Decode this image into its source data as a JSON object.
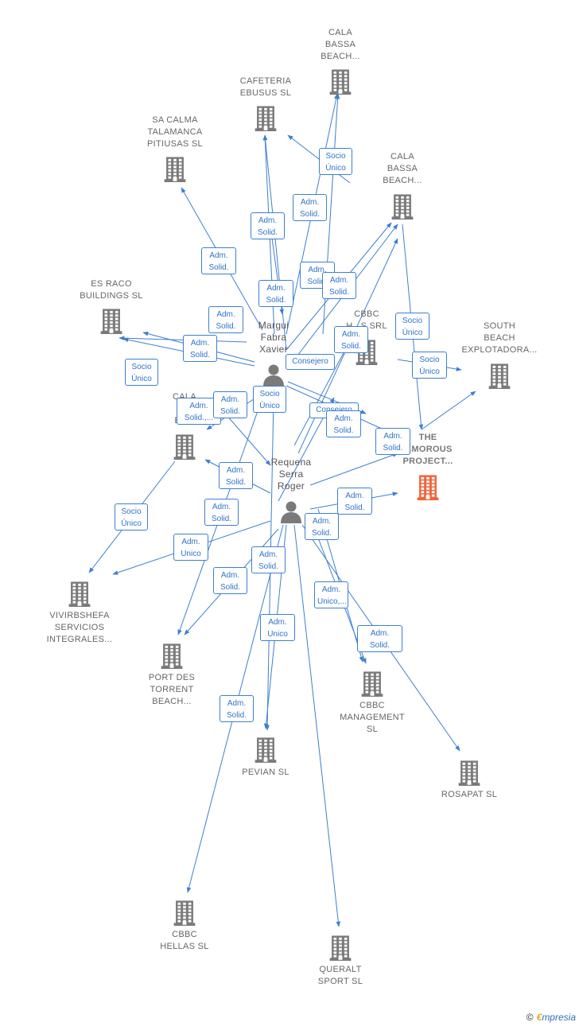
{
  "colors": {
    "edge": "#3d7fd1",
    "company": "#7a7a7a",
    "main_company": "#f0643c",
    "person": "#7a7a7a"
  },
  "nodes": [
    {
      "id": "cala_bassa_1",
      "type": "company",
      "lines": [
        "CALA",
        "BASSA",
        "BEACH..."
      ]
    },
    {
      "id": "cafeteria",
      "type": "company",
      "lines": [
        "CAFETERIA",
        "EBUSUS  SL"
      ]
    },
    {
      "id": "sa_calma",
      "type": "company",
      "lines": [
        "SA CALMA",
        "TALAMANCA",
        "PITIUSAS  SL"
      ]
    },
    {
      "id": "cala_bassa_2",
      "type": "company",
      "lines": [
        "CALA",
        "BASSA",
        "BEACH..."
      ]
    },
    {
      "id": "es_raco",
      "type": "company",
      "lines": [
        "ES RACO",
        "BUILDINGS  SL"
      ]
    },
    {
      "id": "cbbc_holdings",
      "type": "company",
      "lines": [
        "CBBC",
        "H...S SRL"
      ]
    },
    {
      "id": "south_beach",
      "type": "company",
      "lines": [
        "SOUTH",
        "BEACH",
        "EXPLOTADORA..."
      ]
    },
    {
      "id": "cala_b_3",
      "type": "company",
      "lines": [
        "CALA",
        "B...",
        "BE..."
      ]
    },
    {
      "id": "glamorous",
      "type": "main",
      "lines": [
        "THE",
        "...MOROUS",
        "PROJECT..."
      ]
    },
    {
      "id": "vivirbshefa",
      "type": "company",
      "lines": [
        "VIVIRBSHEFA",
        "SERVICIOS",
        "INTEGRALES..."
      ]
    },
    {
      "id": "port_des_torrent",
      "type": "company",
      "lines": [
        "PORT DES",
        "TORRENT",
        "BEACH..."
      ]
    },
    {
      "id": "cbbc_management",
      "type": "company",
      "lines": [
        "CBBC",
        "MANAGEMENT",
        "SL"
      ]
    },
    {
      "id": "pevian",
      "type": "company",
      "lines": [
        "PEVIAN SL"
      ]
    },
    {
      "id": "rosapat",
      "type": "company",
      "lines": [
        "ROSAPAT  SL"
      ]
    },
    {
      "id": "cbbc_hellas",
      "type": "company",
      "lines": [
        "CBBC",
        "HELLAS  SL"
      ]
    },
    {
      "id": "queralt",
      "type": "company",
      "lines": [
        "QUERALT",
        "SPORT  SL"
      ]
    },
    {
      "id": "margui",
      "type": "person",
      "lines": [
        "Margui",
        "Fabra",
        "Xavier"
      ]
    },
    {
      "id": "requena",
      "type": "person",
      "lines": [
        "Requena",
        "Serra",
        "Roger"
      ]
    }
  ],
  "edge_labels": [
    {
      "lines": [
        "Socio",
        "Único"
      ]
    },
    {
      "lines": [
        "Adm.",
        "Solid."
      ]
    },
    {
      "lines": [
        "Adm.",
        "Solid."
      ]
    },
    {
      "lines": [
        "Adm.",
        "Solid."
      ]
    },
    {
      "lines": [
        "Adm.",
        "Solid."
      ]
    },
    {
      "lines": [
        "Adm.",
        "Solid."
      ]
    },
    {
      "lines": [
        "Adm.",
        "Solid."
      ]
    },
    {
      "lines": [
        "Adm.",
        "Solid."
      ]
    },
    {
      "lines": [
        "Adm.",
        "Solid."
      ]
    },
    {
      "lines": [
        "Socio",
        "Único"
      ]
    },
    {
      "lines": [
        "Socio",
        "Único"
      ]
    },
    {
      "lines": [
        "Socio",
        "Único"
      ]
    },
    {
      "lines": [
        "Consejero"
      ]
    },
    {
      "lines": [
        "Socio",
        "Único"
      ]
    },
    {
      "lines": [
        "Adm.",
        "Solid.,..."
      ]
    },
    {
      "lines": [
        "Adm.",
        "Solid."
      ]
    },
    {
      "lines": [
        "Consejero"
      ]
    },
    {
      "lines": [
        "Adm.",
        "Solid."
      ]
    },
    {
      "lines": [
        "Adm.",
        "Solid."
      ]
    },
    {
      "lines": [
        "Adm.",
        "Solid."
      ]
    },
    {
      "lines": [
        "Adm.",
        "Solid."
      ]
    },
    {
      "lines": [
        "Adm.",
        "Solid."
      ]
    },
    {
      "lines": [
        "Socio",
        "Único"
      ]
    },
    {
      "lines": [
        "Adm.",
        "Unico"
      ]
    },
    {
      "lines": [
        "Adm.",
        "Solid."
      ]
    },
    {
      "lines": [
        "Adm.",
        "Solid."
      ]
    },
    {
      "lines": [
        "Adm.",
        "Solid."
      ]
    },
    {
      "lines": [
        "Adm.",
        "Solid."
      ]
    },
    {
      "lines": [
        "Adm.",
        "Unico,..."
      ]
    },
    {
      "lines": [
        "Adm.",
        "Solid."
      ]
    },
    {
      "lines": [
        "Adm.",
        "Unico"
      ]
    },
    {
      "lines": [
        "Adm.",
        "Solid."
      ]
    }
  ],
  "footer": {
    "copyright": "©",
    "brand_first": "€",
    "brand_rest": "mpresia"
  }
}
